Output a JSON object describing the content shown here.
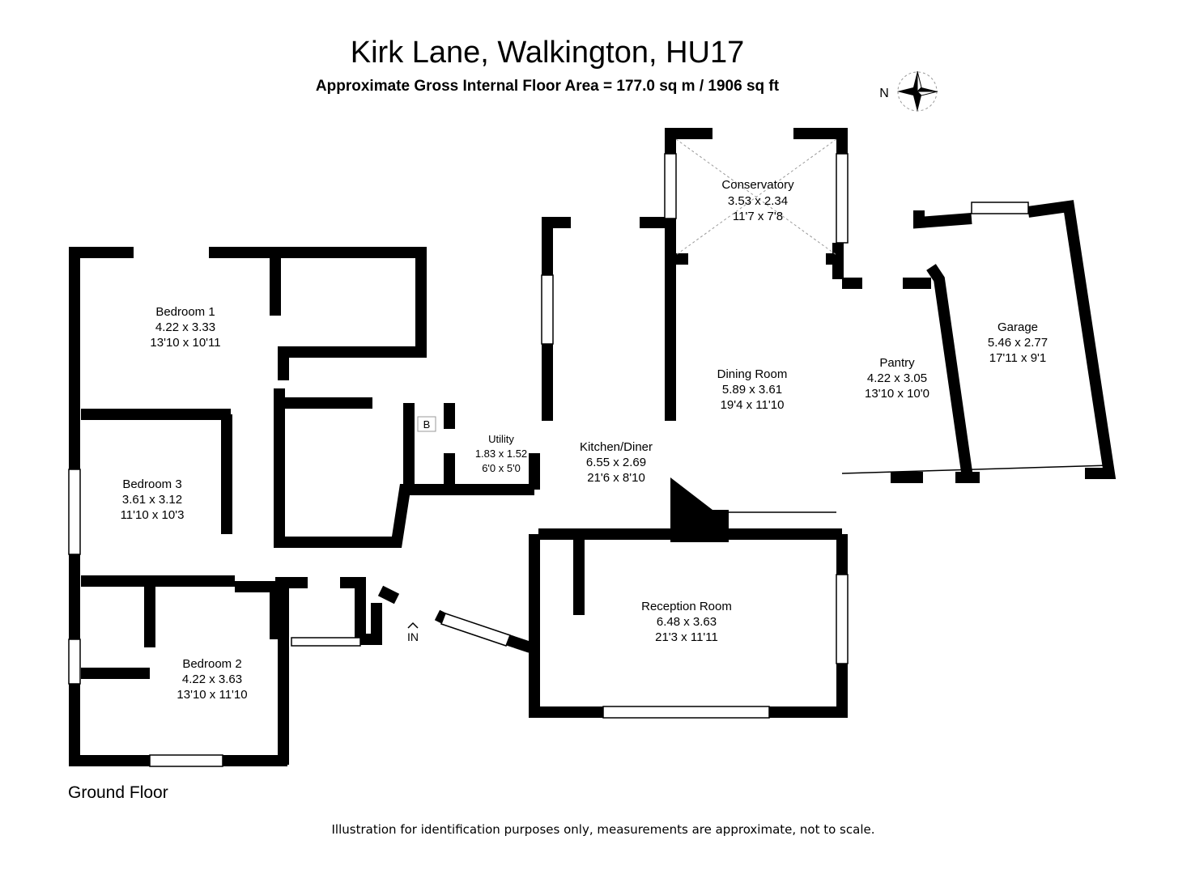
{
  "header": {
    "title": "Kirk Lane, Walkington, HU17",
    "subtitle": "Approximate Gross Internal Floor Area  = 177.0 sq m  / 1906 sq ft",
    "compass_label": "N"
  },
  "rooms": [
    {
      "name": "Conservatory",
      "metric": "3.53 x 2.34",
      "imperial": "11'7 x 7'8"
    },
    {
      "name": "Bedroom 1",
      "metric": "4.22 x 3.33",
      "imperial": "13'10 x 10'11"
    },
    {
      "name": "Garage",
      "metric": "5.46 x 2.77",
      "imperial": "17'11 x 9'1"
    },
    {
      "name": "Dining Room",
      "metric": "5.89 x 3.61",
      "imperial": "19'4 x 11'10"
    },
    {
      "name": "Pantry",
      "metric": "4.22 x 3.05",
      "imperial": "13'10 x 10'0"
    },
    {
      "name": "Utility",
      "metric": "1.83 x 1.52",
      "imperial": "6'0 x 5'0"
    },
    {
      "name": "Kitchen/Diner",
      "metric": "6.55 x 2.69",
      "imperial": "21'6 x 8'10"
    },
    {
      "name": "Bedroom 3",
      "metric": "3.61 x 3.12",
      "imperial": "11'10 x 10'3"
    },
    {
      "name": "Reception Room",
      "metric": "6.48 x 3.63",
      "imperial": "21'3 x 11'11"
    },
    {
      "name": "Bedroom 2",
      "metric": "4.22 x 3.63",
      "imperial": "13'10 x 11'10"
    }
  ],
  "markers": {
    "boiler": "B",
    "entrance": "IN"
  },
  "footer": {
    "floor_label": "Ground Floor",
    "disclaimer": "Illustration for identification purposes only, measurements are approximate, not to scale."
  }
}
